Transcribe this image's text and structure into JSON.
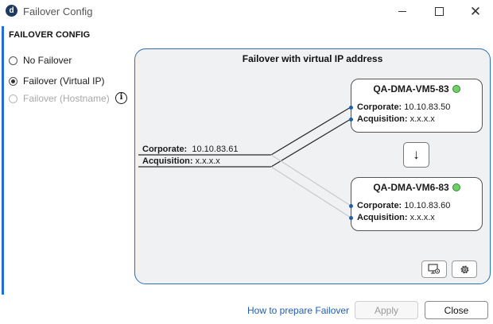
{
  "window": {
    "app_logo_letter": "d",
    "title": "Failover Config"
  },
  "section": {
    "title": "FAILOVER CONFIG"
  },
  "options": [
    {
      "label": "No Failover",
      "checked": false,
      "disabled": false
    },
    {
      "label": "Failover (Virtual IP)",
      "checked": true,
      "disabled": false
    },
    {
      "label": "Failover (Hostname)",
      "checked": false,
      "disabled": true
    }
  ],
  "info_icon_glyph": "i",
  "diagram": {
    "title": "Failover with virtual IP address",
    "source": {
      "corporate_label": "Corporate:",
      "corporate_value": "10.10.83.61",
      "acquisition_label": "Acquisition:",
      "acquisition_value": "x.x.x.x"
    },
    "nodes": [
      {
        "name": "QA-DMA-VM5-83",
        "status_color": "#6fd06a",
        "corporate_label": "Corporate:",
        "corporate_value": "10.10.83.50",
        "acquisition_label": "Acquisition:",
        "acquisition_value": "x.x.x.x"
      },
      {
        "name": "QA-DMA-VM6-83",
        "status_color": "#6fd06a",
        "corporate_label": "Corporate:",
        "corporate_value": "10.10.83.60",
        "acquisition_label": "Acquisition:",
        "acquisition_value": "x.x.x.x"
      }
    ],
    "swap_arrow_glyph": "↓",
    "tools": [
      "monitor-settings-icon",
      "gear-icon"
    ]
  },
  "footer": {
    "help_link": "How to prepare Failover",
    "apply_label": "Apply",
    "close_label": "Close"
  },
  "colors": {
    "accent": "#1e6fd9",
    "link": "#1f5fb4",
    "panel_border": "#2c6fb5",
    "status_ok": "#6fd06a"
  }
}
